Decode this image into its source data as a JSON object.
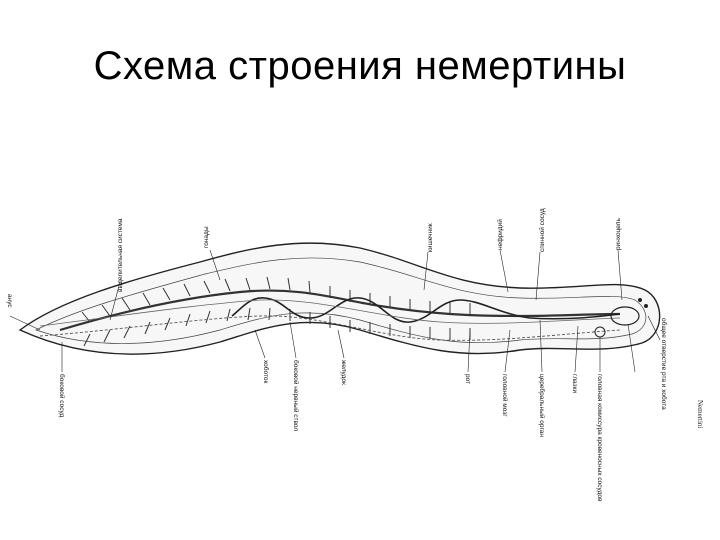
{
  "slide": {
    "title": "Схема строения немертины"
  },
  "diagram": {
    "caption_side": "Nemertini",
    "labels": [
      {
        "id": "anus",
        "text": "анус"
      },
      {
        "id": "dorsal-vessel",
        "text": "спинной сосуд"
      },
      {
        "id": "gonads",
        "text": "гонады"
      },
      {
        "id": "proboscis",
        "text": "хоботок"
      },
      {
        "id": "excretory",
        "text": "выделительная система"
      },
      {
        "id": "nerve-cord",
        "text": "боковой нервный ствол"
      },
      {
        "id": "lateral-vessel",
        "text": "боковой сосуд"
      },
      {
        "id": "rhynchocoel",
        "text": "ринхоцель"
      },
      {
        "id": "intestine",
        "text": "кишечник"
      },
      {
        "id": "cerebral-organ",
        "text": "церебральный орган"
      },
      {
        "id": "brain",
        "text": "головной мозг"
      },
      {
        "id": "mouth",
        "text": "рот"
      },
      {
        "id": "stomach",
        "text": "желудок"
      },
      {
        "id": "ocelli",
        "text": "глазки"
      },
      {
        "id": "nephridium",
        "text": "нефридий"
      },
      {
        "id": "head-commissure",
        "text": "головная комиссура кровеносных сосудов"
      },
      {
        "id": "common-opening",
        "text": "общее отверстие рта и хобота"
      }
    ]
  }
}
